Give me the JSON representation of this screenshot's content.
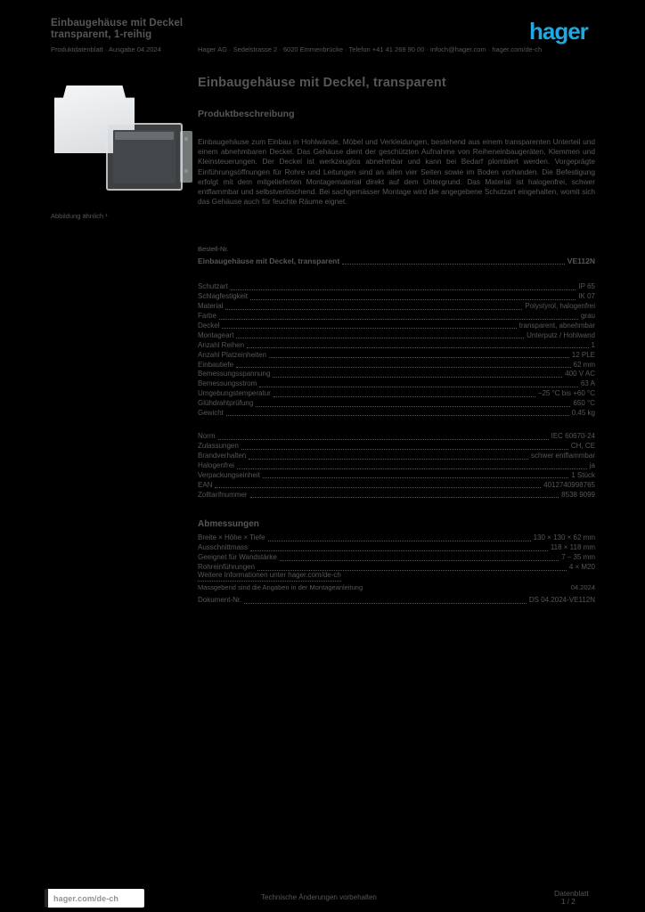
{
  "colors": {
    "background": "#000000",
    "text": "#54575A",
    "accent": "#1FA8E1",
    "footer_box": "#FFFFFF"
  },
  "brand": {
    "logo_text": "hager"
  },
  "header": {
    "title_line1": "Einbaugehäuse mit Deckel",
    "title_line2": "transparent, 1-reihig",
    "subtitle": "Produktdatenblatt · Ausgabe 04.2024",
    "address_line": "Hager AG · Sedelstrasse 2 · 6020 Emmenbrücke · Telefon +41 41 269 90 00 · infoch@hager.com · hager.com/de-ch"
  },
  "product_image": {
    "caption": "Abbildung ähnlich ¹"
  },
  "main": {
    "title": "Einbaugehäuse mit Deckel, transparent",
    "section_description": "Produktbeschreibung",
    "description": "Einbaugehäuse zum Einbau in Hohlwände, Möbel und Verkleidungen, bestehend aus einem transparenten Unterteil und einem abnehmbaren Deckel. Das Gehäuse dient der geschützten Aufnahme von Reiheneinbaugeräten, Klemmen und Kleinsteuerungen. Der Deckel ist werkzeuglos abnehmbar und kann bei Bedarf plombiert werden. Vorgeprägte Einführungsöffnungen für Rohre und Leitungen sind an allen vier Seiten sowie im Boden vorhanden. Die Befestigung erfolgt mit dem mitgelieferten Montagematerial direkt auf dem Untergrund. Das Material ist halogenfrei, schwer entflammbar und selbstverlöschend. Bei sachgemässer Montage wird die angegebene Schutzart eingehalten, womit sich das Gehäuse auch für feuchte Räume eignet."
  },
  "order": {
    "label": "Bestell-Nr.",
    "item_label": "Einbaugehäuse mit Deckel, transparent",
    "item_value": "VE112N"
  },
  "specs1": {
    "rows": [
      {
        "label": "Schutzart",
        "value": "IP 65"
      },
      {
        "label": "Schlagfestigkeit",
        "value": "IK 07"
      },
      {
        "label": "Material",
        "value": "Polystyrol, halogenfrei"
      },
      {
        "label": "Farbe",
        "value": "grau"
      },
      {
        "label": "Deckel",
        "value": "transparent, abnehmbar"
      },
      {
        "label": "Montageart",
        "value": "Unterputz / Hohlwand"
      },
      {
        "label": "Anzahl Reihen",
        "value": "1"
      },
      {
        "label": "Anzahl Platzeinheiten",
        "value": "12 PLE"
      },
      {
        "label": "Einbautiefe",
        "value": "62 mm"
      },
      {
        "label": "Bemessungsspannung",
        "value": "400 V AC"
      },
      {
        "label": "Bemessungsstrom",
        "value": "63 A"
      },
      {
        "label": "Umgebungstemperatur",
        "value": "−25 °C bis +60 °C"
      },
      {
        "label": "Glühdrahtprüfung",
        "value": "650 °C"
      },
      {
        "label": "Gewicht",
        "value": "0.45 kg"
      }
    ]
  },
  "specs2": {
    "rows": [
      {
        "label": "Norm",
        "value": "IEC 60670-24"
      },
      {
        "label": "Zulassungen",
        "value": "CH, CE"
      },
      {
        "label": "Brandverhalten",
        "value": "schwer entflammbar"
      },
      {
        "label": "Halogenfrei",
        "value": "ja"
      },
      {
        "label": "Verpackungseinheit",
        "value": "1 Stück"
      },
      {
        "label": "EAN",
        "value": "4012740998765"
      },
      {
        "label": "Zolltarifnummer",
        "value": "8538 9099"
      }
    ]
  },
  "dimensions": {
    "heading": "Abmessungen",
    "rows": [
      {
        "label": "Breite × Höhe × Tiefe",
        "value": "130 × 130 × 62 mm"
      },
      {
        "label": "Ausschnittmass",
        "value": "118 × 118 mm"
      },
      {
        "label": "Geeignet für Wandstärke",
        "value": "7 – 35 mm"
      },
      {
        "label": "Rohreinführungen",
        "value": "4 × M20"
      }
    ],
    "link": "Weitere Informationen unter hager.com/de-ch",
    "note": "Massgebend sind die Angaben in der Montageanleitung",
    "note_value": "04.2024",
    "doc_label": "Dokument-Nr.",
    "doc_value": "DS 04.2024-VE112N"
  },
  "footer": {
    "website": "hager.com/de-ch",
    "center": "Technische Änderungen vorbehalten",
    "right_line1": "Datenblatt",
    "right_line2": "1 / 2"
  }
}
